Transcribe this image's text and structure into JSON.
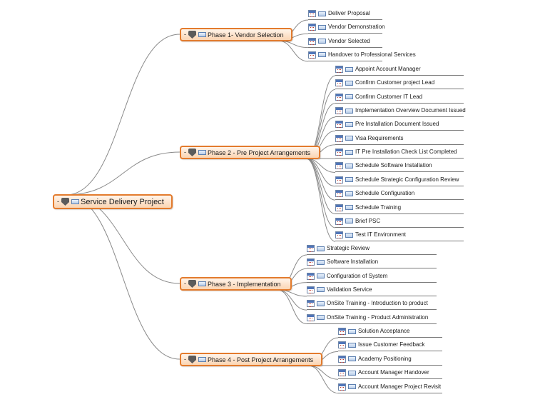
{
  "root": {
    "title": "Service Delivery Project",
    "collapse": "-"
  },
  "phases": [
    {
      "title": "Phase 1- Vendor Selection",
      "collapse": "-",
      "tasks": [
        "Deliver Proposal",
        "Vendor Demonstration",
        "Vendor Selected",
        "Handover to Professional Services"
      ]
    },
    {
      "title": "Phase 2 - Pre Project Arrangements",
      "collapse": "-",
      "tasks": [
        "Appoint Account Manager",
        "Confirm Customer project Lead",
        "Confirm Customer IT Lead",
        "Implementation Overview Document Issued",
        "Pre Installation Document Issued",
        "Visa Requirements",
        "IT Pre Installation Check List Completed",
        "Schedule Software Installation",
        "Schedule Strategic Configuration Review",
        "Schedule Configuration",
        "Schedule Training",
        "Brief PSC",
        "Test IT Environment"
      ]
    },
    {
      "title": "Phase 3 - Implementation",
      "collapse": "-",
      "tasks": [
        "Strategic Review",
        "Software Installation",
        "Configuration of System",
        "Validation Service",
        "OnSite Training - Introduction to product",
        "OnSite Training - Product Administration"
      ]
    },
    {
      "title": "Phase 4 - Post Project Arrangements",
      "collapse": "-",
      "tasks": [
        "Solution Acceptance",
        "Issue Customer Feedback",
        "Academy Positioning",
        "Account Manager Handover",
        "Account Manager Project Revisit"
      ]
    }
  ],
  "colors": {
    "node_border": "#e37b2d",
    "node_fill_top": "#fff4ea",
    "node_fill_bottom": "#fbd5b3",
    "connector": "#8a8a8a",
    "task_icon_blue": "#4f74b8"
  },
  "icons": {
    "node_marker": "priority-flag-icon",
    "node_note": "note-box-icon",
    "task_calendar": "calendar-icon",
    "task_note": "note-box-icon"
  }
}
